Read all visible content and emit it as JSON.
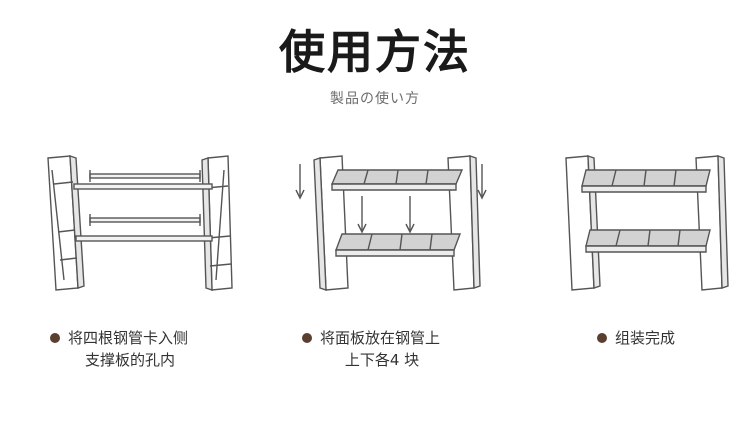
{
  "title": "使用方法",
  "subtitle": "製品の使い方",
  "bullet_color": "#5a3e30",
  "steps": [
    {
      "line1": "将四根钢管卡入侧",
      "line2": "支撑板的孔内"
    },
    {
      "line1": "将面板放在钢管上",
      "line2": "上下各4 块"
    },
    {
      "line1": "组装完成",
      "line2": ""
    }
  ],
  "illustrations": [
    {
      "name": "side-panels-with-steel-pipes"
    },
    {
      "name": "placing-shelf-boards"
    },
    {
      "name": "assembled-shelf"
    }
  ]
}
